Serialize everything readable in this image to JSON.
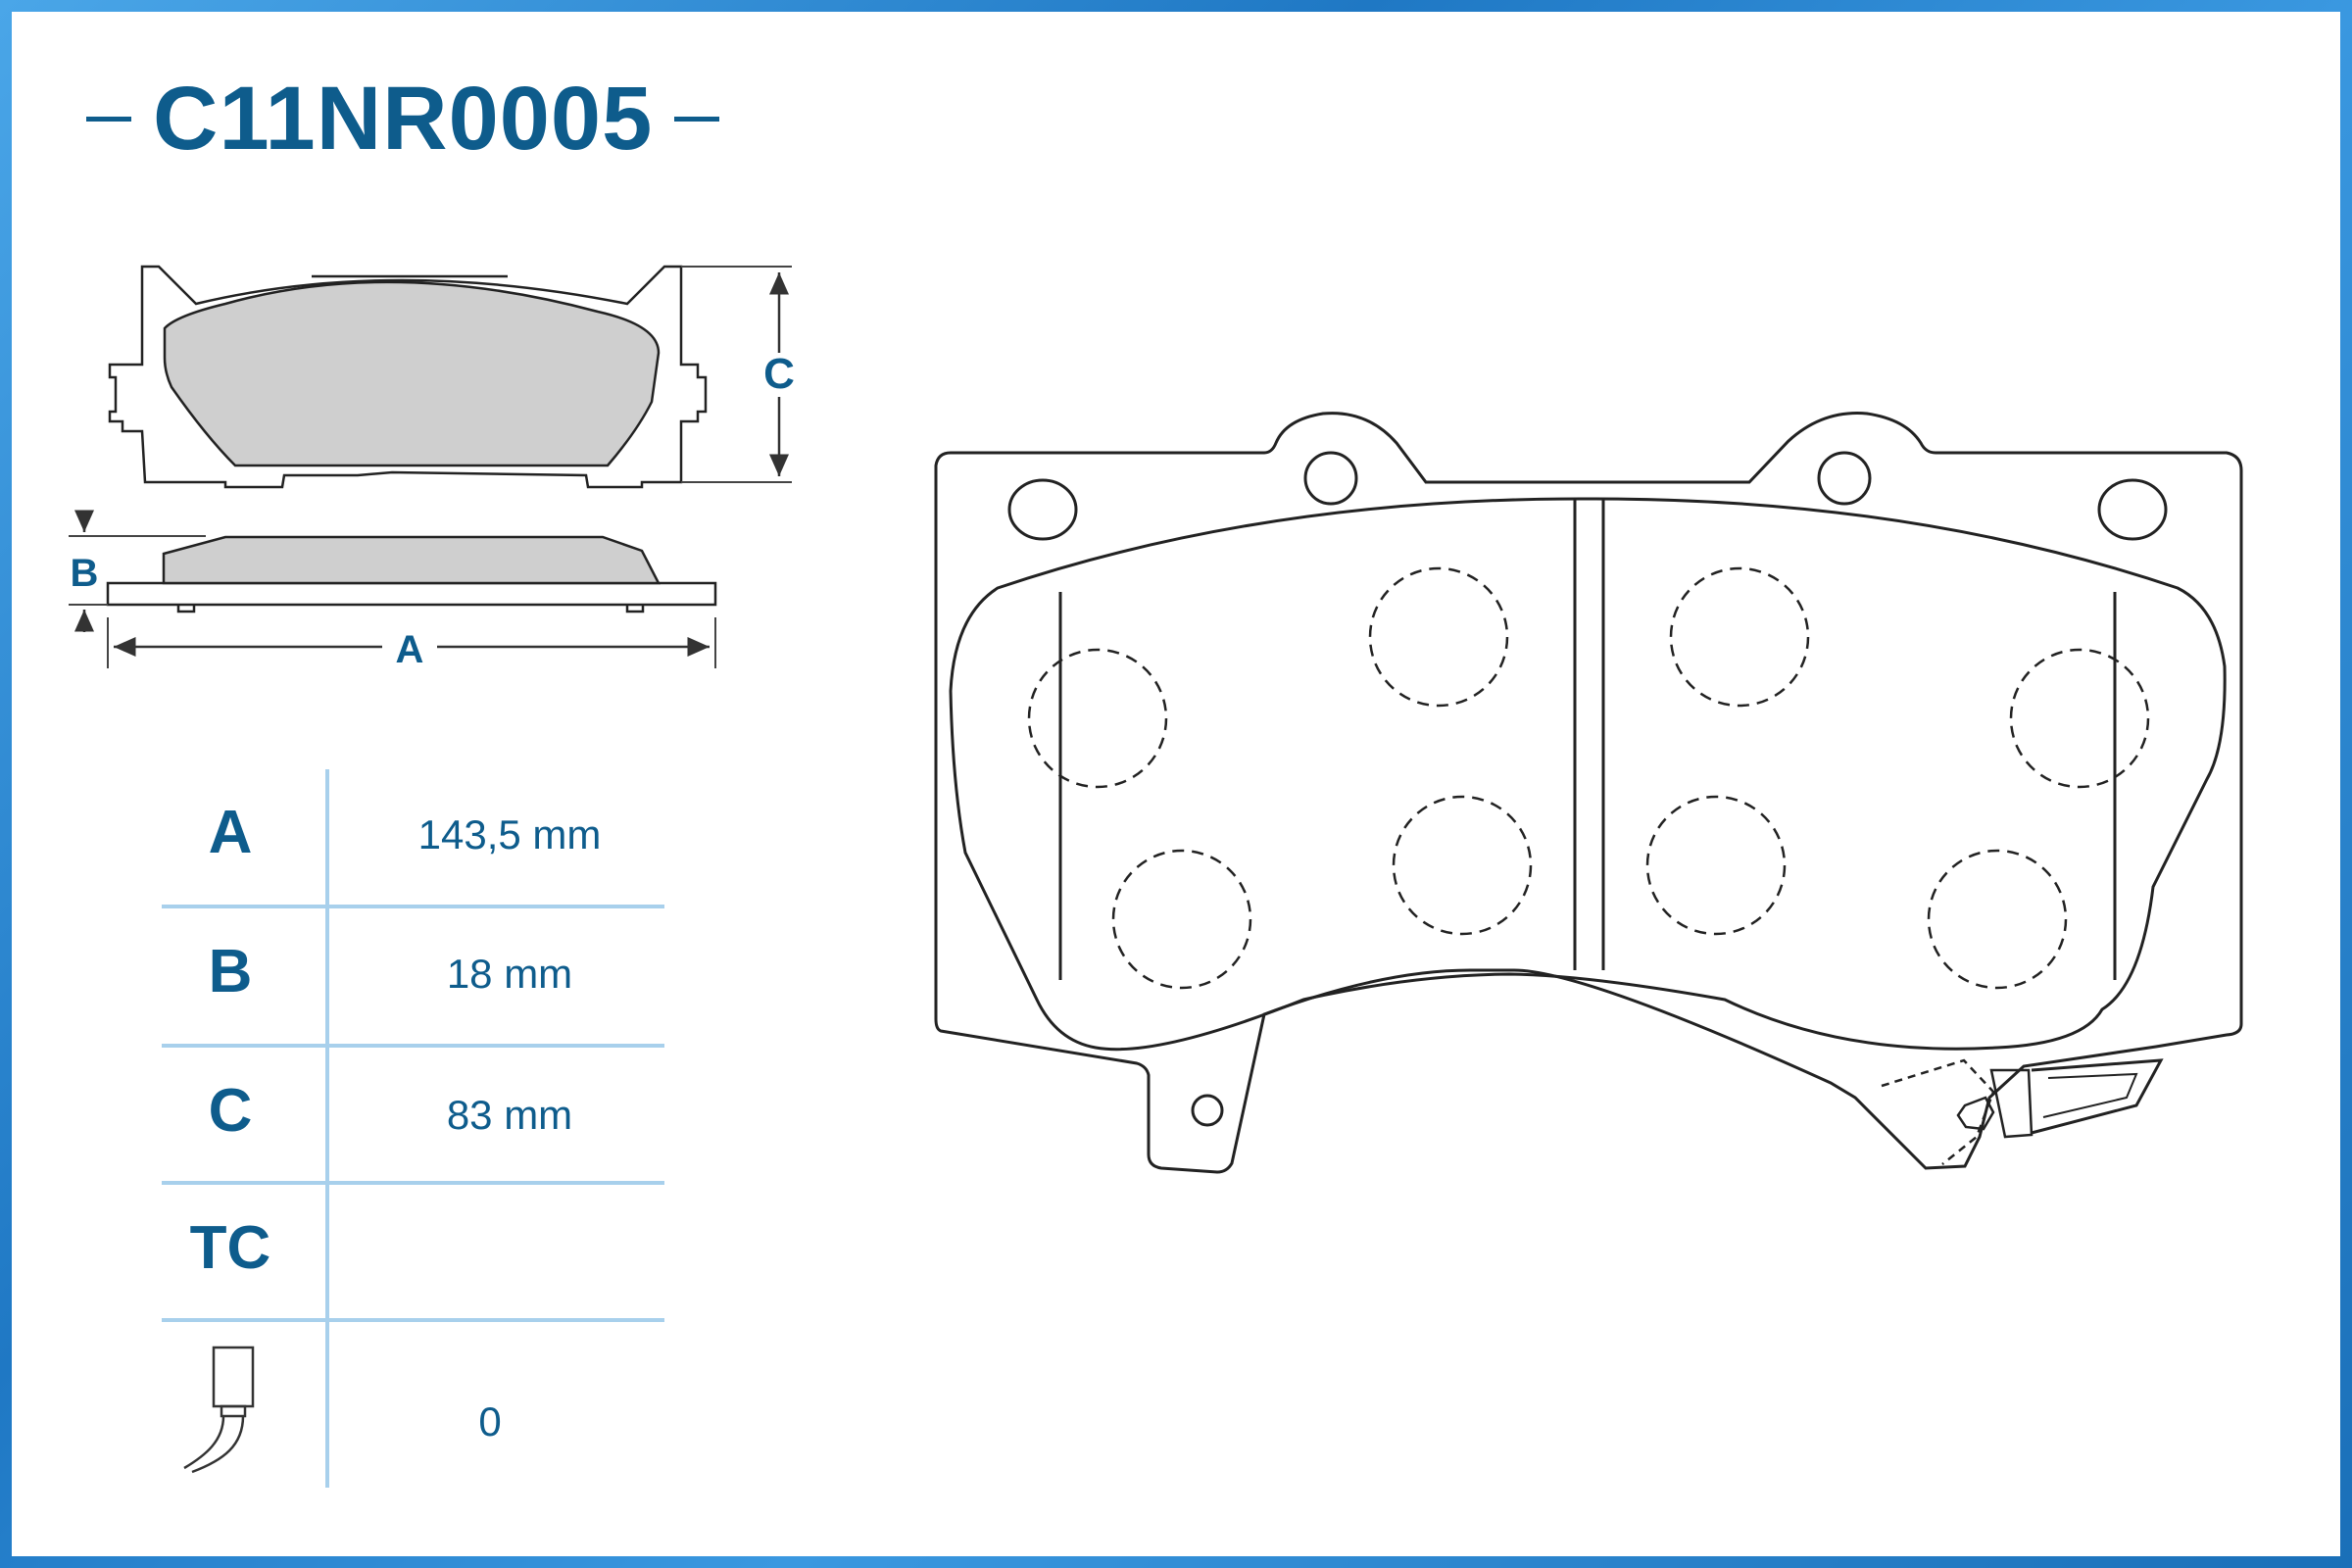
{
  "header": {
    "part_number": "C11NR0005"
  },
  "dimension_labels": {
    "a": "A",
    "b": "B",
    "c": "C"
  },
  "specs": [
    {
      "label": "A",
      "value": "143,5 mm"
    },
    {
      "label": "B",
      "value": "18 mm"
    },
    {
      "label": "C",
      "value": "83 mm"
    },
    {
      "label": "TC",
      "value": ""
    },
    {
      "label_icon": "wear-sensor-icon",
      "value": "0"
    }
  ],
  "colors": {
    "accent": "#0e5c8c",
    "frame": "#2a86d0",
    "table_lines": "#a8d0ec",
    "pad_fill": "#cfcfcf",
    "line": "#1a1a1a"
  }
}
